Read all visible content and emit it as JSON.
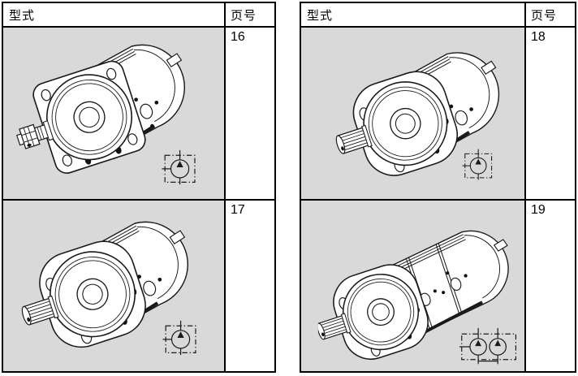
{
  "page": {
    "background": "#ffffff"
  },
  "colors": {
    "table_border": "#000000",
    "drawing_cell_bg": "#d9d9d9",
    "page_cell_bg": "#ffffff",
    "drawing_line": "#1a1a1a"
  },
  "tables": [
    {
      "id": "left",
      "header": {
        "type_label": "型式",
        "page_label": "页号"
      },
      "rows": [
        {
          "page": "16",
          "drawing": "gear-pump-square-flange-threaded-shaft",
          "symbol": "single-pump-symbol"
        },
        {
          "page": "17",
          "drawing": "gear-pump-round-flange-splined-shaft",
          "symbol": "single-pump-symbol"
        }
      ]
    },
    {
      "id": "right",
      "header": {
        "type_label": "型式",
        "page_label": "页号"
      },
      "rows": [
        {
          "page": "18",
          "drawing": "gear-pump-round-flange-splined-shaft",
          "symbol": "single-pump-symbol"
        },
        {
          "page": "19",
          "drawing": "tandem-gear-pump-splined-shaft",
          "symbol": "double-pump-symbol"
        }
      ]
    }
  ]
}
